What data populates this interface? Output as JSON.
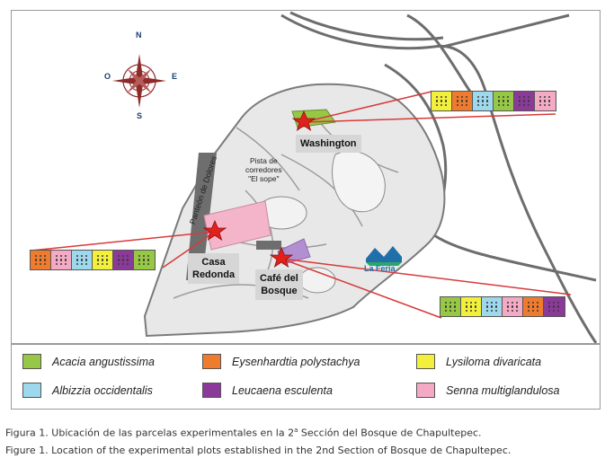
{
  "map": {
    "compass": {
      "north": "N",
      "south": "S",
      "east": "E",
      "west": "O"
    },
    "labels": {
      "washington": "Washington",
      "casa_redonda": "Casa\nRedonda",
      "cafe_del_bosque": "Café del\nBosque",
      "pista": "Pista de\ncorredores\n\"El sope\"",
      "panteon": "Panteón de Dolores",
      "la_feria": "La Feria"
    },
    "colors": {
      "acacia": "#96c846",
      "eysenhardtia": "#ef7b2f",
      "lysiloma": "#f3f03c",
      "albizzia": "#9ed8ec",
      "leucaena": "#8b3a9a",
      "senna": "#f4a9c5",
      "star": "#e3211c",
      "line": "#d83a3a",
      "compass": "#8e2a2a"
    },
    "plot_strips": {
      "washington": [
        "lysiloma",
        "eysenhardtia",
        "albizzia",
        "acacia",
        "leucaena",
        "senna"
      ],
      "casa_redonda": [
        "eysenhardtia",
        "senna",
        "albizzia",
        "lysiloma",
        "leucaena",
        "acacia"
      ],
      "cafe_del_bosque": [
        "acacia",
        "lysiloma",
        "albizzia",
        "senna",
        "eysenhardtia",
        "leucaena"
      ]
    }
  },
  "legend": [
    {
      "key": "acacia",
      "label": "Acacia angustissima",
      "color": "#96c846"
    },
    {
      "key": "eysenhardtia",
      "label": "Eysenhardtia polystachya",
      "color": "#ef7b2f"
    },
    {
      "key": "lysiloma",
      "label": "Lysiloma divaricata",
      "color": "#f3f03c"
    },
    {
      "key": "albizzia",
      "label": "Albizzia occidentalis",
      "color": "#9ed8ec"
    },
    {
      "key": "leucaena",
      "label": "Leucaena esculenta",
      "color": "#8b3a9a"
    },
    {
      "key": "senna",
      "label": "Senna multiglandulosa",
      "color": "#f4a9c5"
    }
  ],
  "caption": {
    "es_prefix": "Figura 1. Ubicación de las parcelas experimentales en la 2",
    "es_sup": "a",
    "es_suffix": " Sección del Bosque de Chapultepec.",
    "en": "Figure 1. Location of the experimental plots established in the 2nd Section of Bosque de Chapultepec."
  }
}
